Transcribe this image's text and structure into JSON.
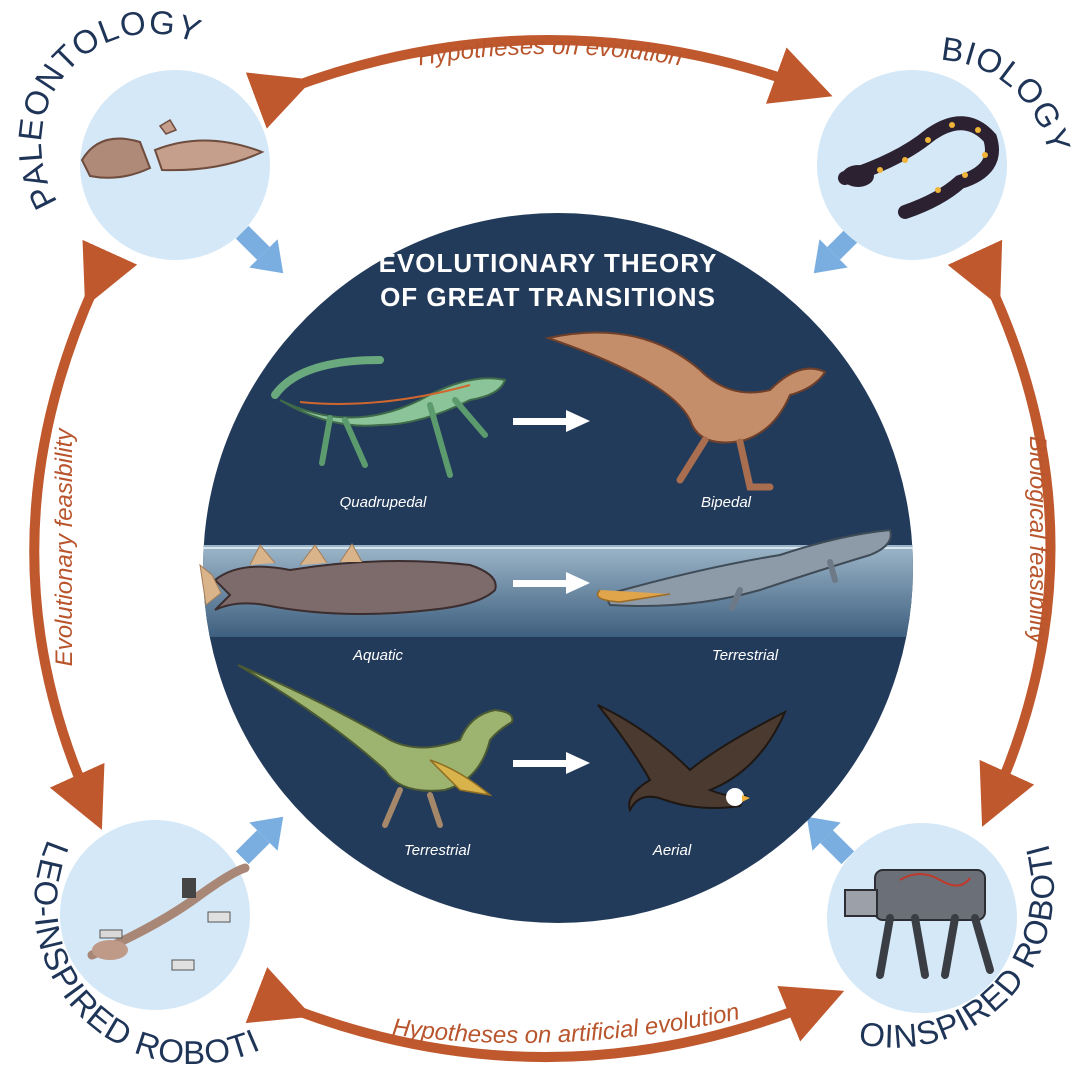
{
  "nodes": {
    "top_left": "PALEONTOLOGY",
    "top_right": "BIOLOGY",
    "bottom_left": "PALEO-INSPIRED ROBOTICS",
    "bottom_right": "BIOINSPIRED ROBOTICS"
  },
  "arcs": {
    "top": "Hypotheses on evolution",
    "bottom": "Hypotheses on artificial evolution",
    "left": "Evolutionary feasibility",
    "right": "Biological feasibility"
  },
  "center": {
    "title_line1": "EVOLUTIONARY THEORY",
    "title_line2": "OF GREAT TRANSITIONS",
    "transitions": [
      {
        "from": "Quadrupedal",
        "to": "Bipedal"
      },
      {
        "from": "Aquatic",
        "to": "Terrestrial"
      },
      {
        "from": "Terrestrial",
        "to": "Aerial"
      }
    ]
  },
  "colors": {
    "navy": "#233b5a",
    "rust": "#c0582e",
    "light_blue_circle": "#d4e8f7",
    "blue_arrow": "#7aaee0"
  }
}
